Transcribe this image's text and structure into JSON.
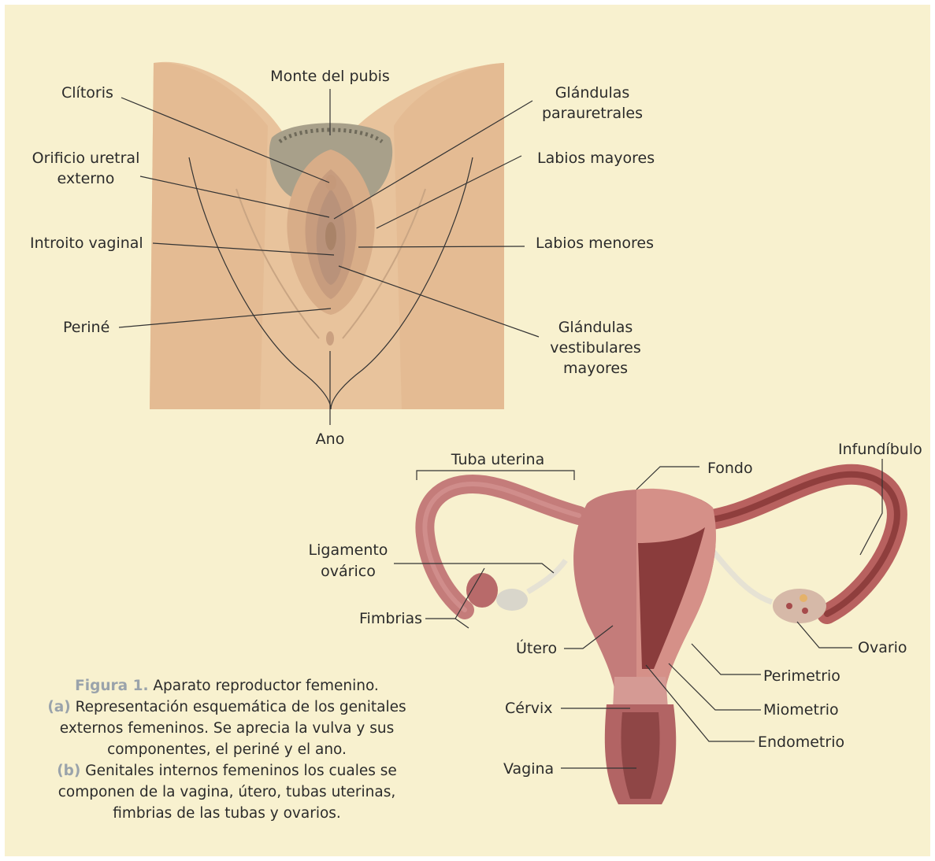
{
  "figure_a_labels": {
    "monte_del_pubis": "Monte del pubis",
    "clitoris": "Clítoris",
    "glandulas_parauretrales_1": "Glándulas",
    "glandulas_parauretrales_2": "parauretrales",
    "orificio_uretral_1": "Orificio uretral",
    "orificio_uretral_2": "externo",
    "labios_mayores": "Labios mayores",
    "introito_vaginal": "Introito vaginal",
    "labios_menores": "Labios menores",
    "perine": "Periné",
    "glandulas_vestibulares_1": "Glándulas",
    "glandulas_vestibulares_2": "vestibulares",
    "glandulas_vestibulares_3": "mayores",
    "ano": "Ano"
  },
  "figure_b_labels": {
    "tuba_uterina": "Tuba uterina",
    "fondo": "Fondo",
    "infundibulo": "Infundíbulo",
    "ligamento_1": "Ligamento",
    "ligamento_2": "ovárico",
    "fimbrias": "Fimbrias",
    "utero": "Útero",
    "ovario": "Ovario",
    "perimetrio": "Perimetrio",
    "cervix": "Cérvix",
    "miometrio": "Miometrio",
    "endometrio": "Endometrio",
    "vagina": "Vagina"
  },
  "caption": {
    "figure_label": "Figura 1.",
    "figure_text": " Aparato reproductor femenino.",
    "a_label": "(a)",
    "a_text": " Representación esquemática de los genitales externos femeninos. Se aprecia la vulva y sus componentes, el periné y el ano.",
    "b_label": "(b)",
    "b_text": " Genitales internos femeninos los cuales se componen de la vagina, útero, tubas uterinas, fimbrias de las tubas y ovarios."
  },
  "colors": {
    "background": "#f8f1cf",
    "skin": "#e6bf98",
    "uterus": "#c47c7a",
    "caption_highlight": "#9aa3ab"
  }
}
